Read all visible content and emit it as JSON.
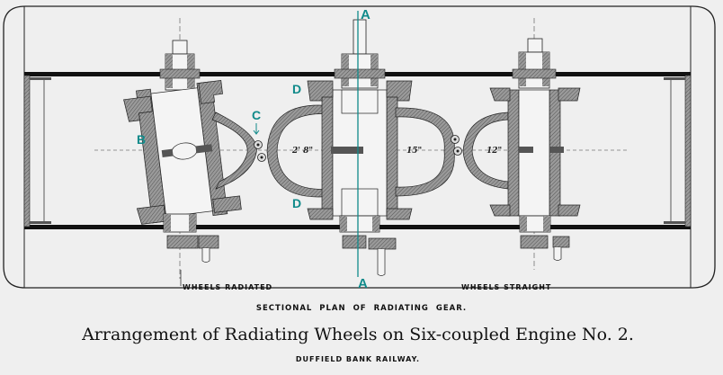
{
  "drawing": {
    "sub_labels": {
      "left": "WHEELS RADIATED",
      "right": "WHEELS STRAIGHT"
    },
    "section_caption": "SECTIONAL PLAN OF RADIATING GEAR.",
    "title": "Arrangement of Radiating Wheels on Six-coupled Engine No. 2.",
    "subtitle": "DUFFIELD BANK RAILWAY.",
    "dimensions": {
      "left_gap": "2' 8\"",
      "middle_radius": "15\"",
      "right_radius": "12\""
    },
    "annotations": {
      "A_top": "A",
      "A_bottom": "A",
      "B": "B",
      "C": "C",
      "D_top": "D",
      "D_bottom": "D"
    },
    "colors": {
      "annotation": "#108a8a",
      "ink": "#111111",
      "hatch": "#8a8a8a",
      "paper": "#efefef"
    }
  }
}
